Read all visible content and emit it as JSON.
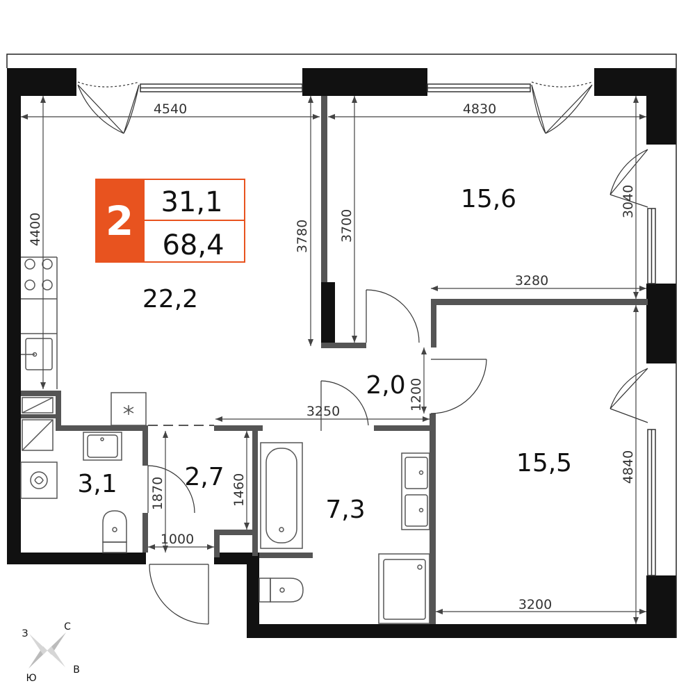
{
  "plan_type": "apartment-floor-plan",
  "colors": {
    "outer_wall": "#111111",
    "inner_wall": "#555555",
    "dimension_line": "#444444",
    "accent": "#e8531f",
    "badge_text": "#ffffff"
  },
  "badge": {
    "rooms": "2",
    "living_area": "31,1",
    "total_area": "68,4"
  },
  "rooms": [
    {
      "id": "living-kitchen",
      "area": "22,2"
    },
    {
      "id": "bedroom-north",
      "area": "15,6"
    },
    {
      "id": "bedroom-south",
      "area": "15,5"
    },
    {
      "id": "hall",
      "area": "2,0"
    },
    {
      "id": "corridor",
      "area": "2,7"
    },
    {
      "id": "bathroom-small",
      "area": "3,1"
    },
    {
      "id": "bathroom-large",
      "area": "7,3"
    }
  ],
  "dimensions": [
    "4540",
    "4830",
    "4400",
    "3780",
    "3700",
    "3040",
    "3280",
    "3250",
    "1200",
    "1870",
    "1460",
    "1000",
    "4840",
    "3200"
  ],
  "compass": {
    "north": "С",
    "south": "Ю",
    "west": "З",
    "east": "В"
  },
  "icons": [
    "compass-rose-icon",
    "ventilation-icon",
    "washing-machine-icon",
    "stove-icon",
    "sink-icon",
    "toilet-icon",
    "bathtub-icon",
    "shower-icon"
  ]
}
